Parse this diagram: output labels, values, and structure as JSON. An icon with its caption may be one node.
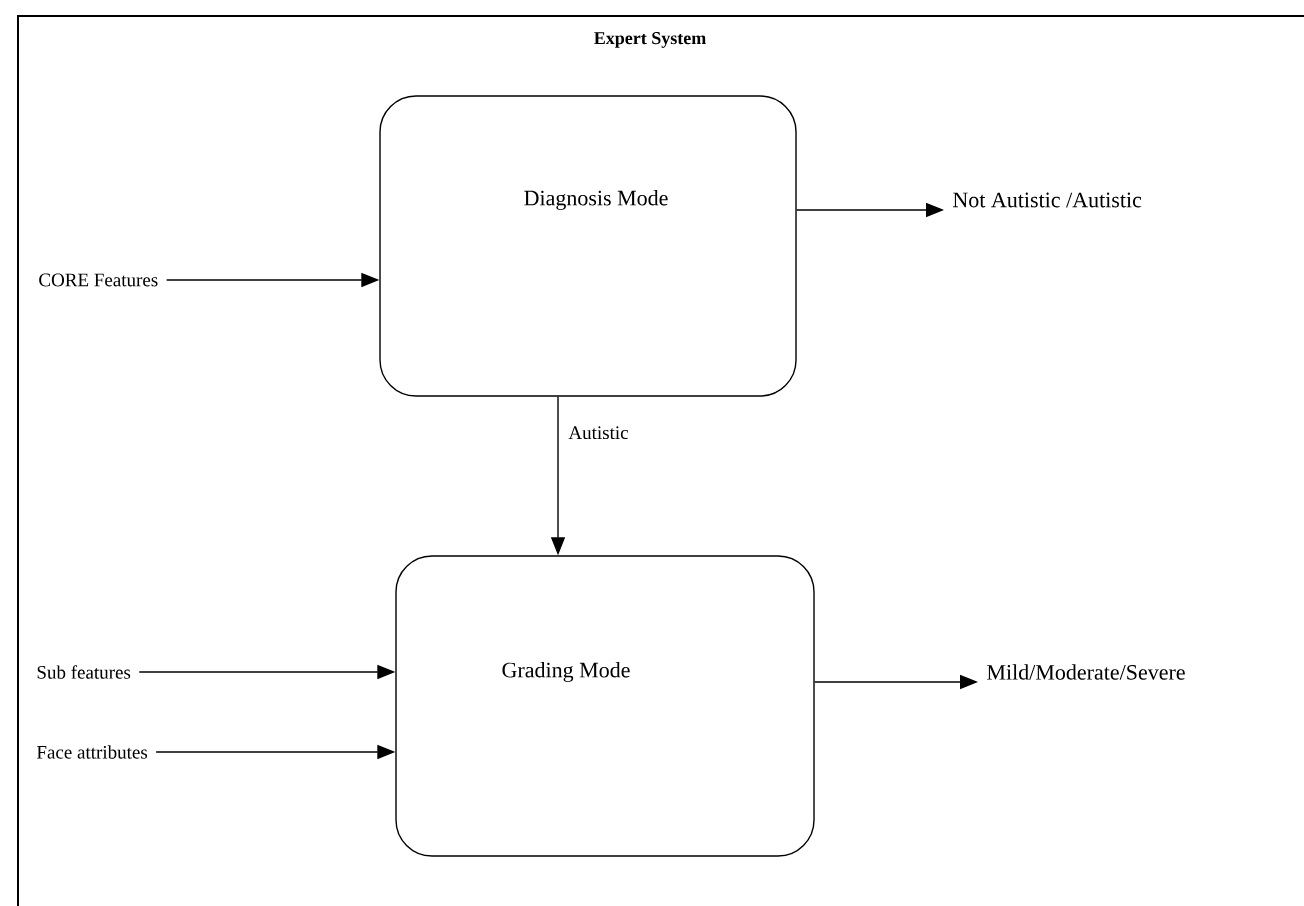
{
  "diagram": {
    "title": "Expert System",
    "nodes": [
      {
        "text": [
          "Diagnosis Mode"
        ]
      },
      {
        "text": [
          "CORE Features"
        ]
      },
      {
        "text": [
          "Not Autistic /Autistic"
        ]
      },
      {
        "text": [
          "Grading Mode"
        ]
      },
      {
        "text": [
          "Sub features"
        ]
      },
      {
        "text": [
          "Face attributes"
        ]
      },
      {
        "text": [
          "Mild/Moderate/Severe"
        ]
      }
    ],
    "edges": [
      {
        "from": 1,
        "to": 0,
        "arrow": "to"
      },
      {
        "from": 0,
        "to": 2,
        "arrow": "to"
      },
      {
        "from": 0,
        "to": 3,
        "arrow": "to",
        "label": "Autistic"
      },
      {
        "from": 4,
        "to": 3,
        "arrow": "to"
      },
      {
        "from": 5,
        "to": 3,
        "arrow": "to"
      },
      {
        "from": 3,
        "to": 6,
        "arrow": "to"
      }
    ]
  }
}
